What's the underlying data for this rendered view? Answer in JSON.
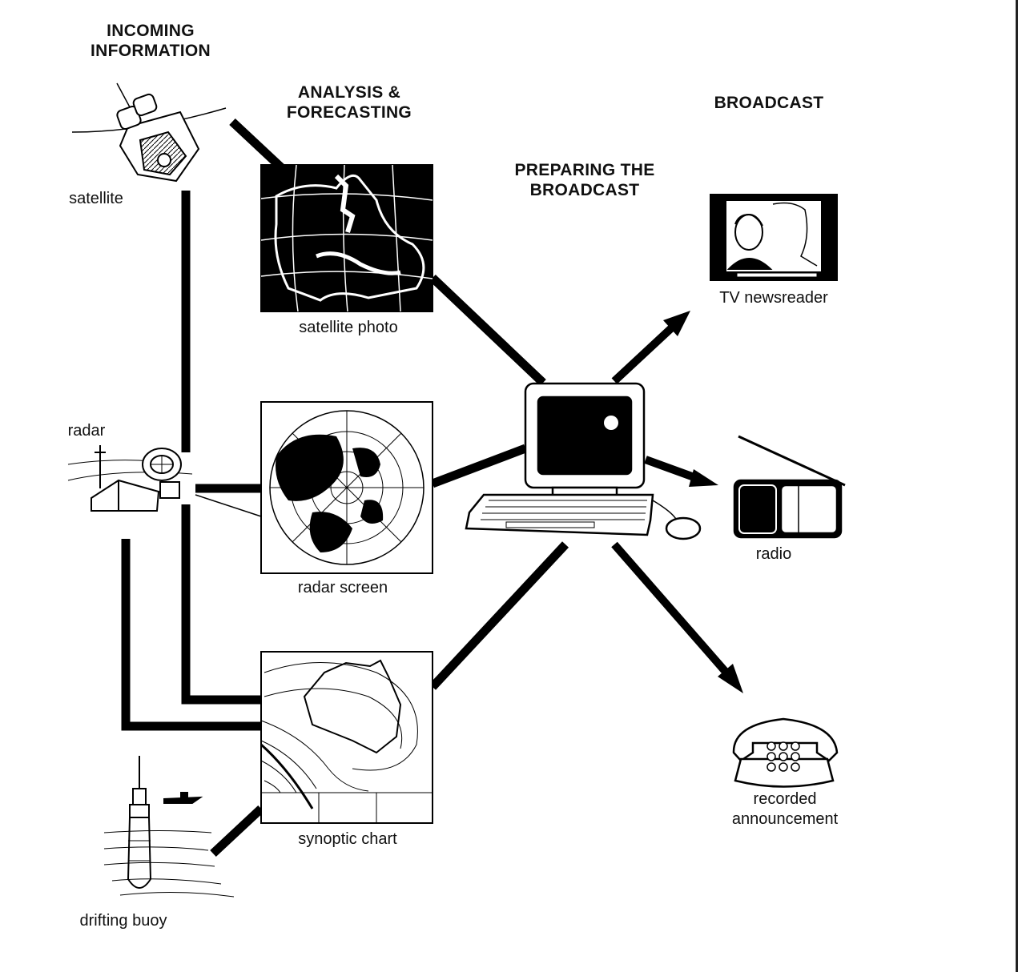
{
  "headings": {
    "incoming": [
      "INCOMING",
      "INFORMATION"
    ],
    "analysis": [
      "ANALYSIS &",
      "FORECASTING"
    ],
    "preparing": [
      "PREPARING THE",
      "BROADCAST"
    ],
    "broadcast": "BROADCAST"
  },
  "labels": {
    "satellite": "satellite",
    "radar": "radar",
    "drifting_buoy": "drifting buoy",
    "satellite_photo": "satellite photo",
    "radar_screen": "radar screen",
    "synoptic_chart": "synoptic chart",
    "tv_newsreader": "TV newsreader",
    "radio": "radio",
    "recorded_announcement": [
      "recorded",
      "announcement"
    ]
  }
}
